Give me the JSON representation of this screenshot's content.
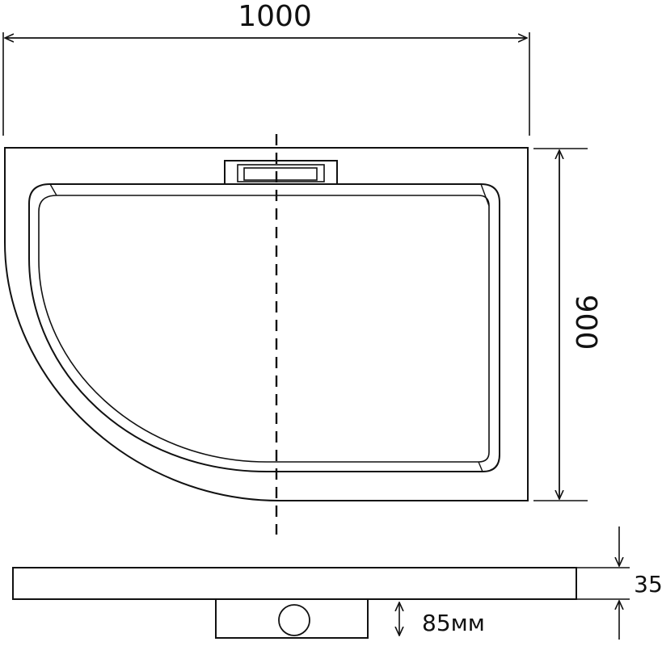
{
  "dimensions": {
    "width": "1000",
    "depth": "900",
    "height": "35",
    "drain_height": "85мм"
  },
  "colors": {
    "stroke": "#111111",
    "background": "#ffffff"
  }
}
